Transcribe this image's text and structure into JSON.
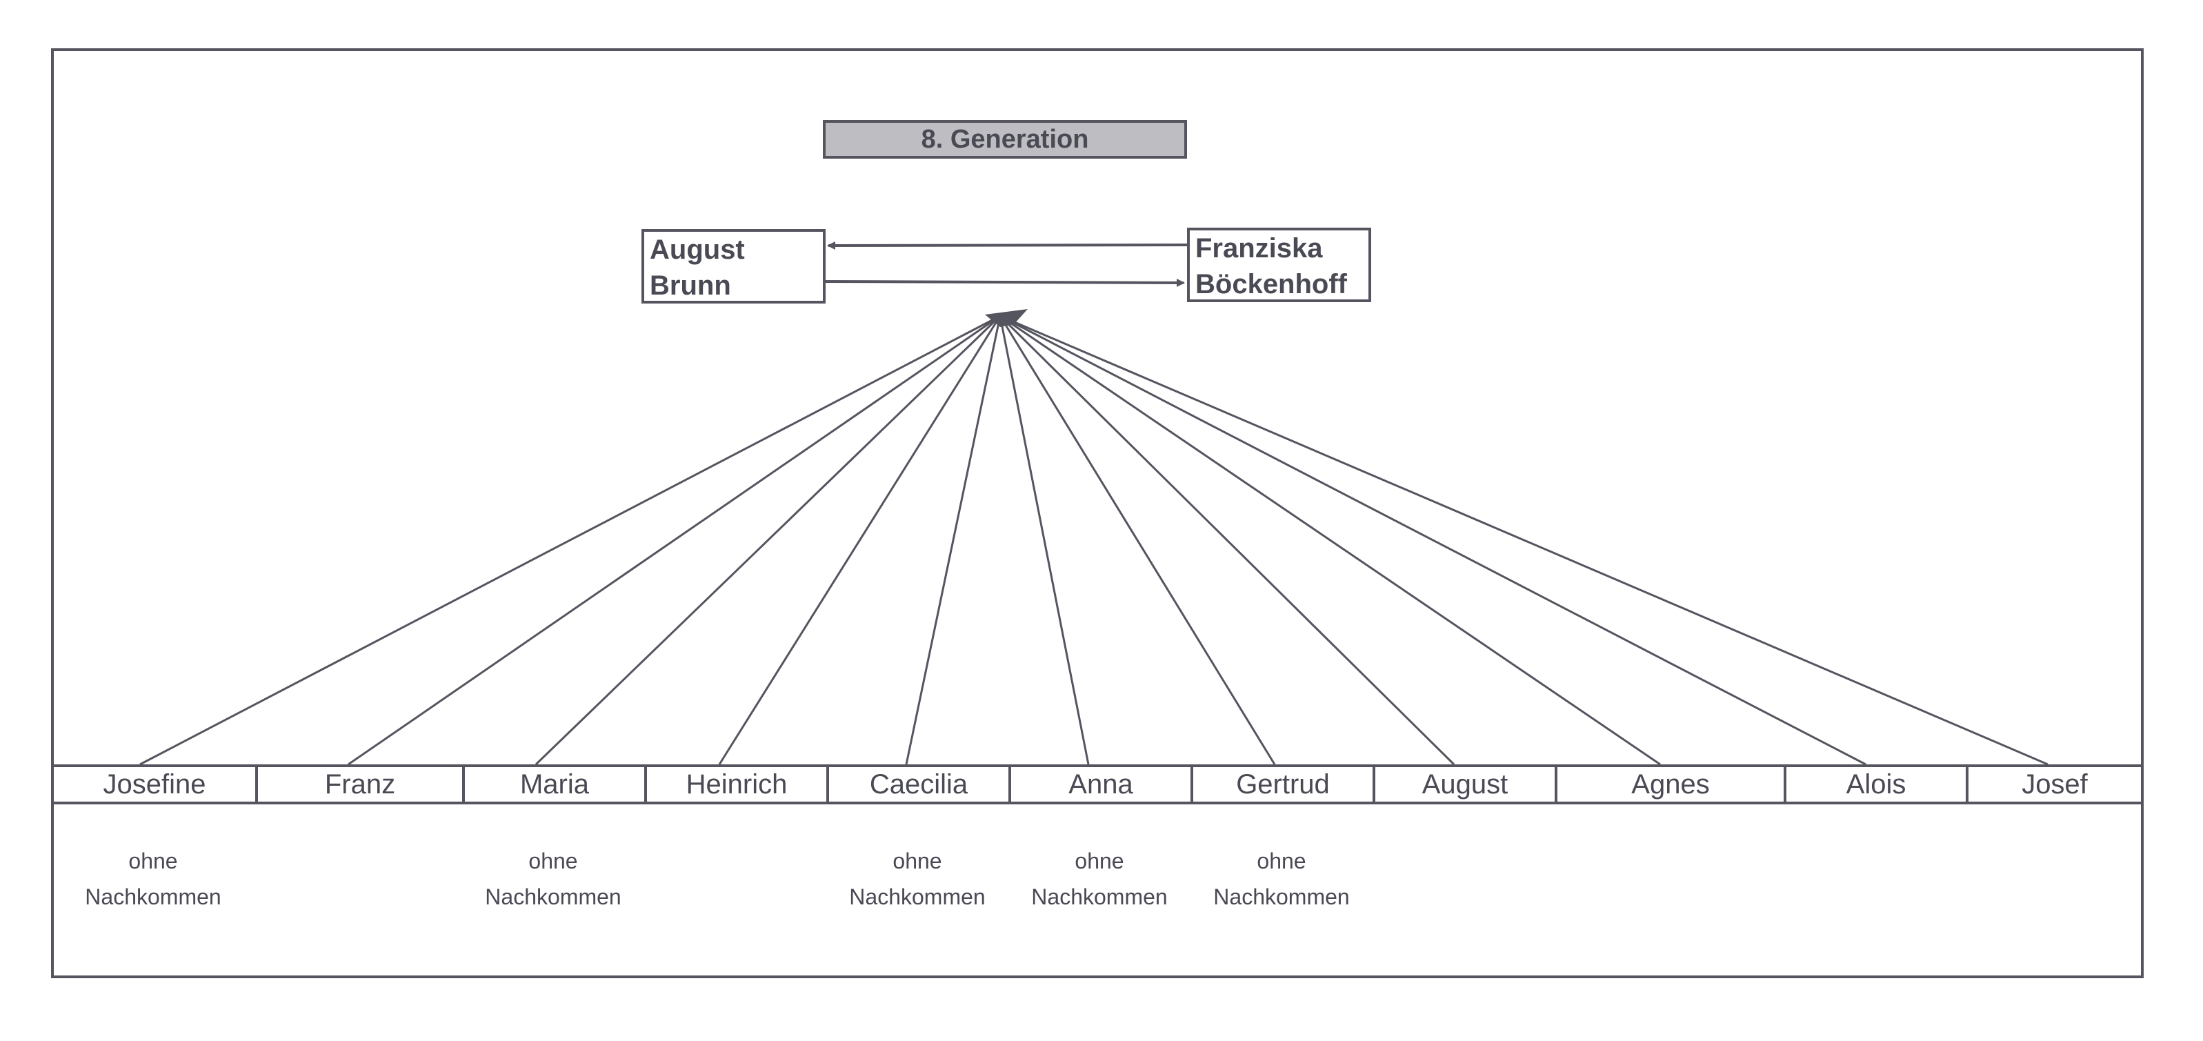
{
  "title": "8. Generation",
  "parents": {
    "father": {
      "line1": "August",
      "line2": "Brunn"
    },
    "mother": {
      "line1": "Franziska",
      "line2": "Böckenhoff"
    }
  },
  "children": [
    {
      "name": "Josefine",
      "note1": "ohne",
      "note2": "Nachkommen"
    },
    {
      "name": "Franz"
    },
    {
      "name": "Maria",
      "note1": "ohne",
      "note2": "Nachkommen"
    },
    {
      "name": "Heinrich"
    },
    {
      "name": "Caecilia",
      "note1": "ohne",
      "note2": "Nachkommen"
    },
    {
      "name": "Anna",
      "note1": "ohne",
      "note2": "Nachkommen"
    },
    {
      "name": "Gertrud",
      "note1": "ohne",
      "note2": "Nachkommen"
    },
    {
      "name": "August"
    },
    {
      "name": "Agnes"
    },
    {
      "name": "Alois"
    },
    {
      "name": "Josef"
    }
  ],
  "colors": {
    "line": "#555560",
    "title_fill": "#bdbdc2",
    "text": "#4a4a55"
  }
}
